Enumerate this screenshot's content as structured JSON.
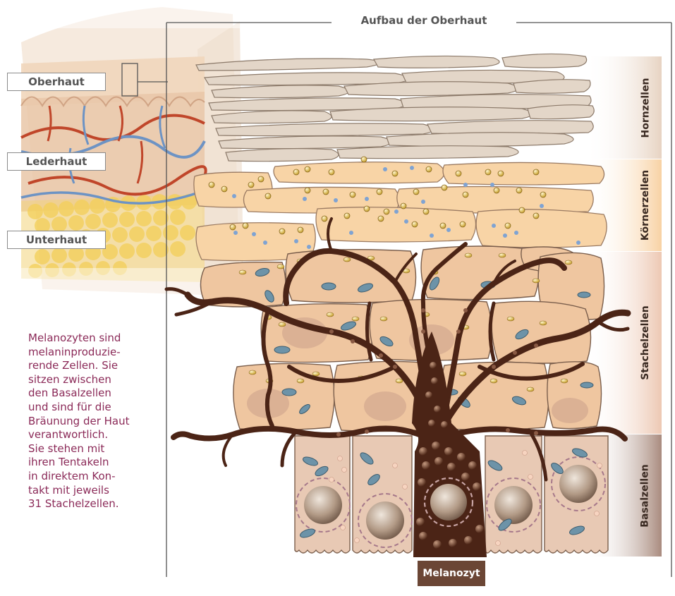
{
  "diagram": {
    "title": "Aufbau der Oberhaut",
    "skin_layers": [
      "Oberhaut",
      "Lederhaut",
      "Unterhaut"
    ],
    "epidermis_layers": [
      "Hornzellen",
      "Körnerzellen",
      "Stachelzellen",
      "Basalzellen"
    ],
    "melanocyte_label": "Melanozyt",
    "description": "Melanozyten sind\nmelaninproduzie-\nrende Zellen. Sie\nsitzen zwischen\nden Basalzellen\nund sind für die\nBräunung der Haut\nverantwortlich.\nSie stehen mit\nihren Tentakeln\nin direktem Kon-\ntakt mit jeweils\n31 Stachelzellen.",
    "colors": {
      "horn_cell": "#e3d6c8",
      "granular_cell": "#f8d4a6",
      "spinous_cell": "#efc6a0",
      "basal_cell": "#e8c9b4",
      "melanocyte": "#4b2416",
      "text_accent": "#8b2a58",
      "label_band": "#ead8c8",
      "basal_band": "#b29488"
    }
  }
}
